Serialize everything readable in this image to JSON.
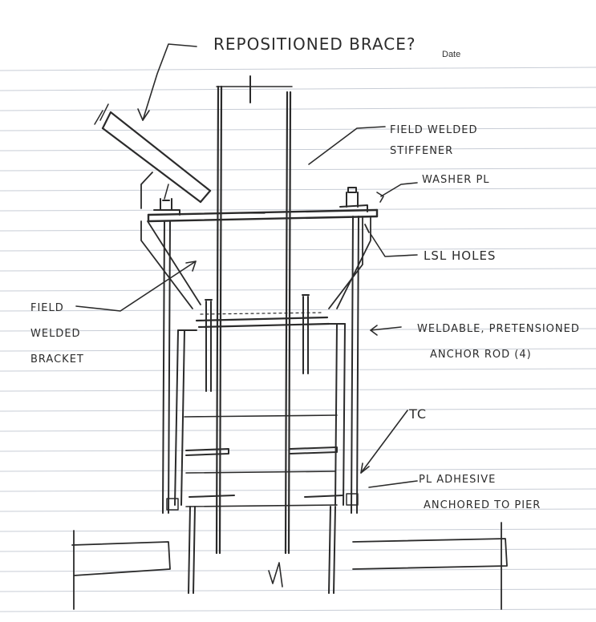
{
  "page": {
    "date_label": "Date"
  },
  "notes": {
    "title": "REPOSITIONED BRACE?",
    "stiffener_line1": "FIELD WELDED",
    "stiffener_line2": "STIFFENER",
    "washer": "WASHER PL",
    "lsl": "LSL HOLES",
    "bracket_line1": "FIELD",
    "bracket_line2": "WELDED",
    "bracket_line3": "BRACKET",
    "rod_line1": "WELDABLE, PRETENSIONED",
    "rod_line2": "ANCHOR ROD (4)",
    "tc": "TC",
    "adhesive_line1": "PL ADHESIVE",
    "adhesive_line2": "ANCHORED TO PIER"
  },
  "colors": {
    "ink": "#2b2b2b",
    "rule": "#c8cdd6",
    "paper": "#ffffff"
  }
}
